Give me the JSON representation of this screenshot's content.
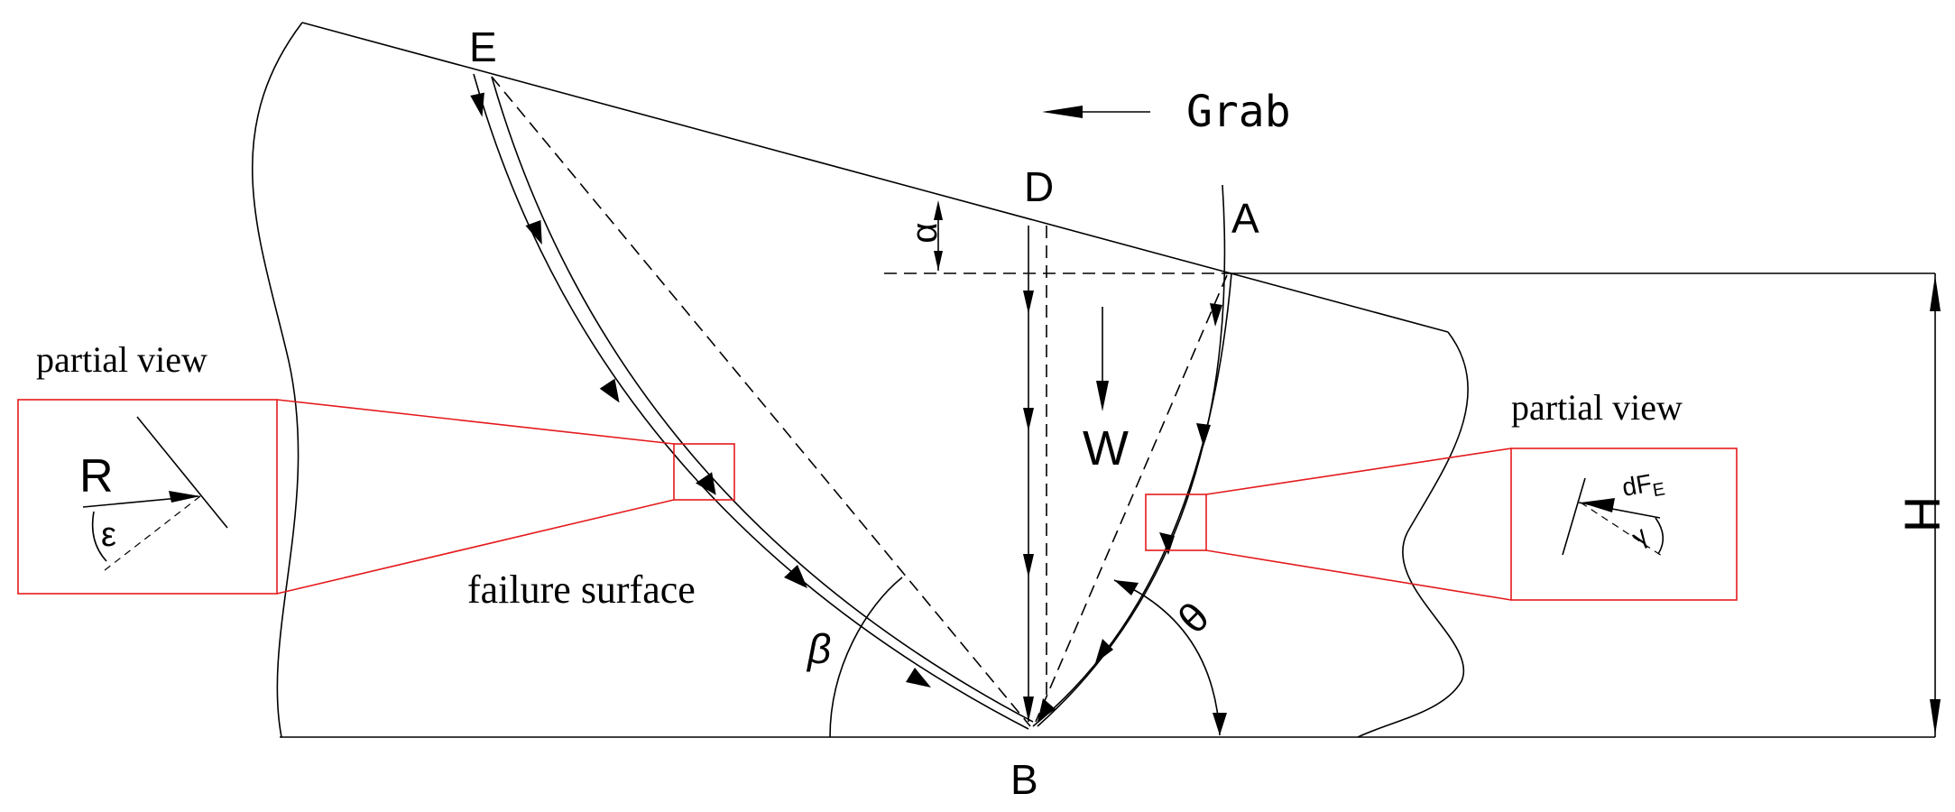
{
  "labels": {
    "E": "E",
    "D": "D",
    "A": "A",
    "B": "B",
    "W": "W",
    "H": "H",
    "R": "R",
    "alpha": "α",
    "beta": "β",
    "theta": "θ",
    "epsilon": "ε",
    "gamma": "γ",
    "dFE_main": "dF",
    "dFE_sub": "E"
  },
  "text": {
    "grab": "Grab",
    "partial_view_left": "partial view",
    "partial_view_right": "partial view",
    "failure_surface": "failure surface"
  },
  "colors": {
    "lines": "#000000",
    "inset": "#e41a1c"
  }
}
